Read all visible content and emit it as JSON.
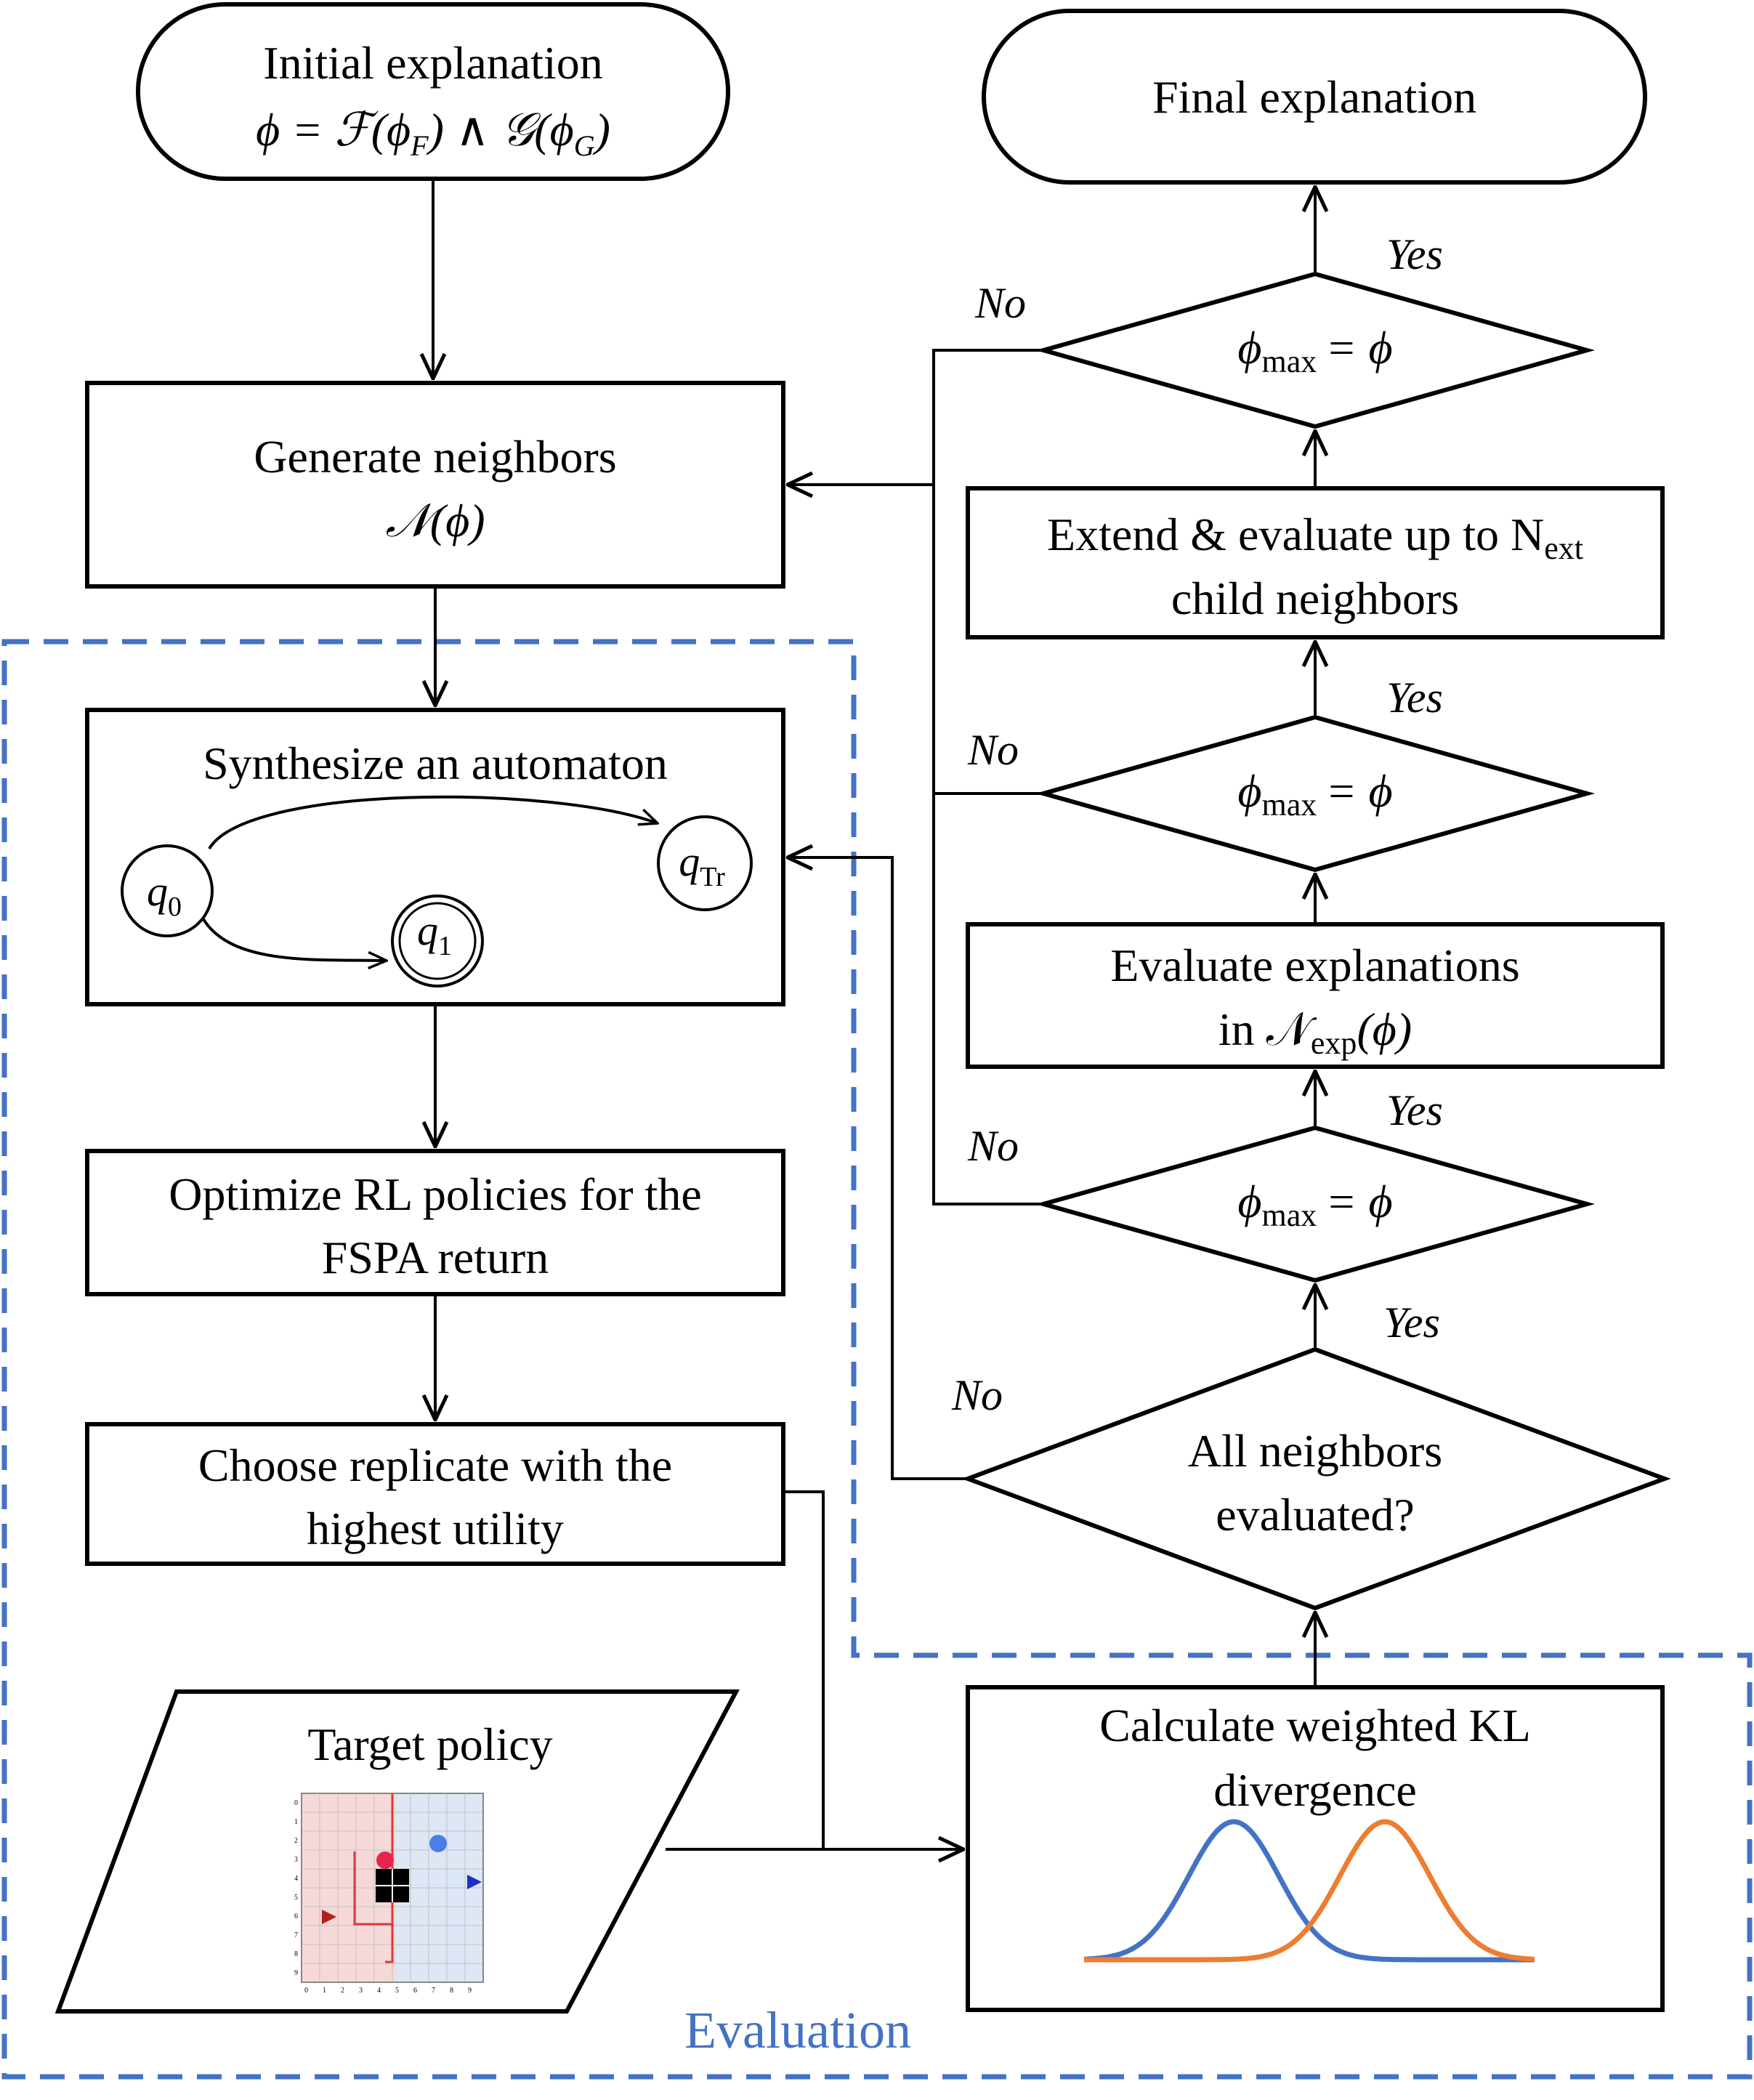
{
  "nodes": {
    "initial": {
      "line1": "Initial explanation",
      "line2": "ϕ = ℱ(ϕ",
      "sub_f": "F",
      "line2b": ") ∧ 𝒢(ϕ",
      "sub_g": "G",
      "line2c": ")"
    },
    "final": {
      "label": "Final explanation"
    },
    "generate": {
      "line1": "Generate neighbors",
      "line2": "𝒩(ϕ)"
    },
    "synthesize": {
      "label": "Synthesize an automaton",
      "q0": "q",
      "q0_sub": "0",
      "q1": "q",
      "q1_sub": "1",
      "qtr": "q",
      "qtr_sub": "Tr"
    },
    "optimize": {
      "line1": "Optimize RL policies for the",
      "line2": "FSPA return"
    },
    "choose": {
      "line1": "Choose replicate with the",
      "line2": "highest utility"
    },
    "target": {
      "label": "Target policy"
    },
    "kl": {
      "line1": "Calculate weighted KL",
      "line2": "divergence"
    },
    "all_neighbors": {
      "line1": "All neighbors",
      "line2": "evaluated?"
    },
    "phimax": {
      "base": "ϕ",
      "sub": "max",
      "rest": "= ϕ"
    },
    "evaluate_exp": {
      "line1": "Evaluate explanations",
      "line2a": "in 𝒩",
      "line2sub": "exp",
      "line2b": "(ϕ)"
    },
    "extend": {
      "line1a": "Extend & evaluate up to N",
      "line1sub": "ext",
      "line2": "child neighbors"
    }
  },
  "edge_labels": {
    "yes": "Yes",
    "no": "No"
  },
  "region_label": "Evaluation",
  "colors": {
    "evaluation_border": "#4472c4",
    "curve_blue": "#4472c4",
    "curve_orange": "#ed7d31",
    "grid_red": "#f7d8d8",
    "grid_blue": "#dde7f5"
  },
  "grid_axis_labels": [
    "0",
    "1",
    "2",
    "3",
    "4",
    "5",
    "6",
    "7",
    "8",
    "9"
  ]
}
